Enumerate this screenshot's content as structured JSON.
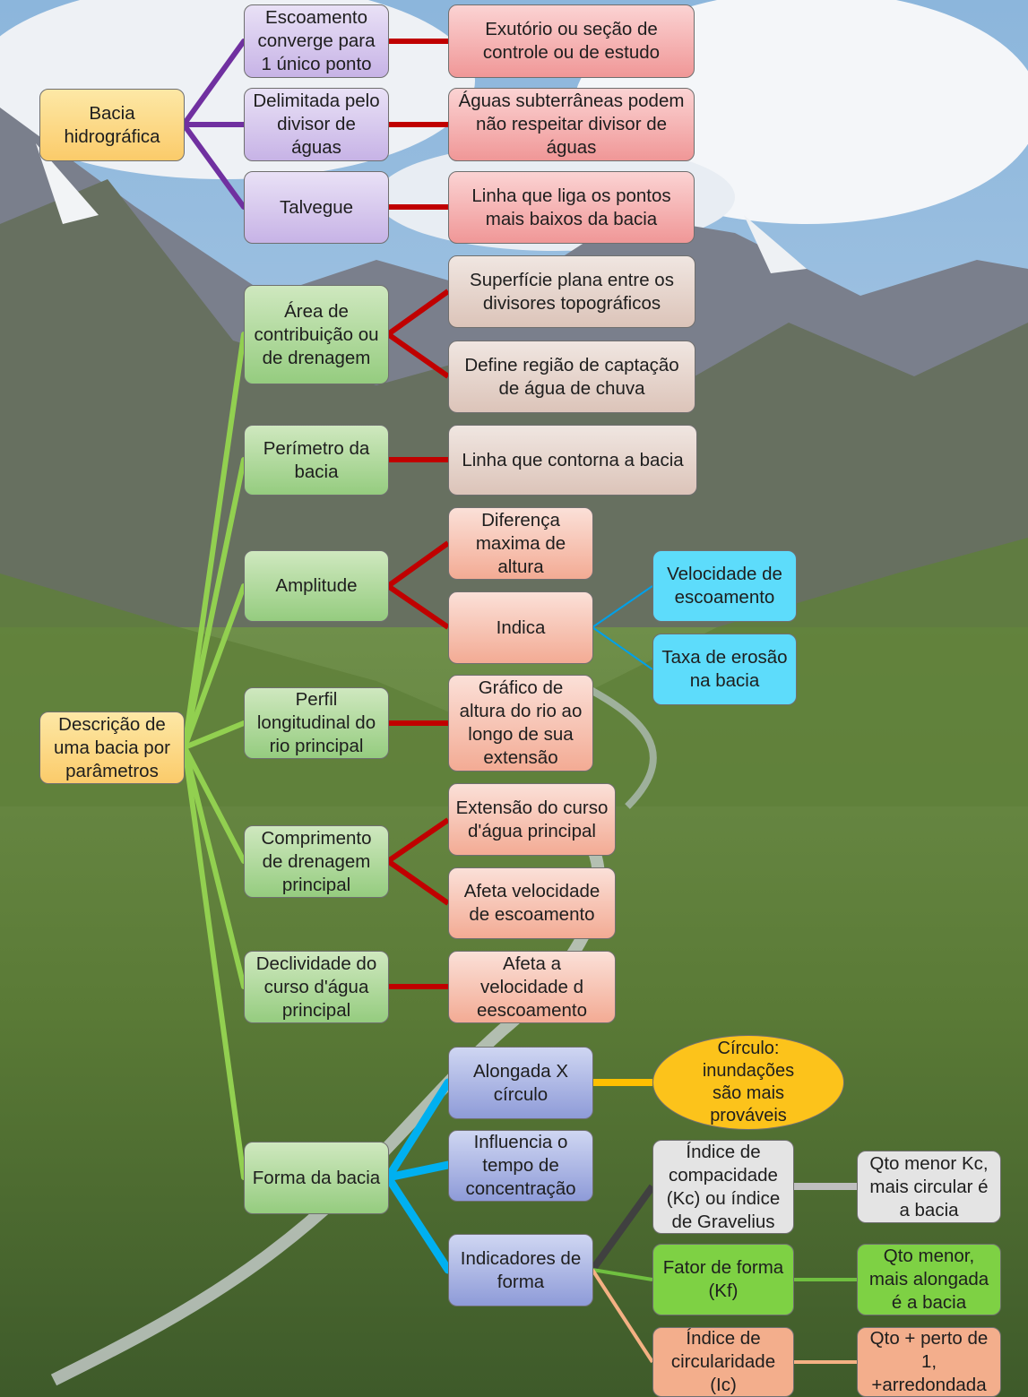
{
  "colors": {
    "purple_branch": "#7030a0",
    "red_branch": "#c00000",
    "green_branch": "#92d050",
    "blue_branch": "#00b0f0",
    "thin_blue": "#00a0e8",
    "yellow_branch": "#ffc000",
    "gray_branch": "#bfbfbf",
    "dark_branch": "#404040",
    "lightgreen_branch": "#70c040",
    "peach_branch": "#f4b183"
  },
  "background": "mountain valley landscape with river and clouds",
  "root1": {
    "label": "Bacia\nhidrográfica"
  },
  "root1_children": [
    {
      "label": "Escoamento\nconverge para\n1 único ponto",
      "detail": "Exutório ou seção de\ncontrole ou de estudo"
    },
    {
      "label": "Delimitada pelo\ndivisor de\náguas",
      "detail": "Águas subterrâneas podem\nnão respeitar divisor de\náguas"
    },
    {
      "label": "Talvegue",
      "detail": "Linha que liga os pontos\nmais baixos da bacia"
    }
  ],
  "root2": {
    "label": "Descrição de\numa bacia por\nparâmetros"
  },
  "params": {
    "area": {
      "label": "Área de\ncontribuição ou\nde drenagem",
      "details": [
        "Superfície plana entre os\ndivisores topográficos",
        "Define região de captação\nde água de chuva"
      ]
    },
    "perimetro": {
      "label": "Perímetro da\nbacia",
      "details": [
        "Linha que contorna a bacia"
      ]
    },
    "amplitude": {
      "label": "Amplitude",
      "details": [
        "Diferença\nmaxima de\naltura",
        "Indica"
      ],
      "indica": [
        "Velocidade de\nescoamento",
        "Taxa de erosão\nna bacia"
      ]
    },
    "perfil": {
      "label": "Perfil\nlongitudinal do\nrio principal",
      "details": [
        "Gráfico de\naltura do rio ao\nlongo de sua\nextensão"
      ]
    },
    "comprimento": {
      "label": "Comprimento\nde drenagem\nprincipal",
      "details": [
        "Extensão do curso\nd'água principal",
        "Afeta velocidade\nde escoamento"
      ]
    },
    "declividade": {
      "label": "Declividade do\ncurso d'água\nprincipal",
      "details": [
        "Afeta a\nvelocidade d\neescoamento"
      ]
    },
    "forma": {
      "label": "Forma da bacia",
      "alongada": "Alongada X\ncírculo",
      "circulo": "Círculo:\ninundações\nsão mais\nprováveis",
      "influencia": "Influencia o\ntempo de\nconcentração",
      "indicadores": "Indicadores de\nforma",
      "kc": "Índice de\ncompacidade\n(Kc) ou índice\nde Gravelius",
      "kc_note": "Qto menor Kc,\nmais circular é\na bacia",
      "kf": "Fator de forma\n(Kf)",
      "kf_note": "Qto menor,\nmais alongada\né a bacia",
      "ic": "Índice de\ncircularidade\n(Ic)",
      "ic_note": "Qto + perto de\n1,\n+arredondada"
    }
  }
}
